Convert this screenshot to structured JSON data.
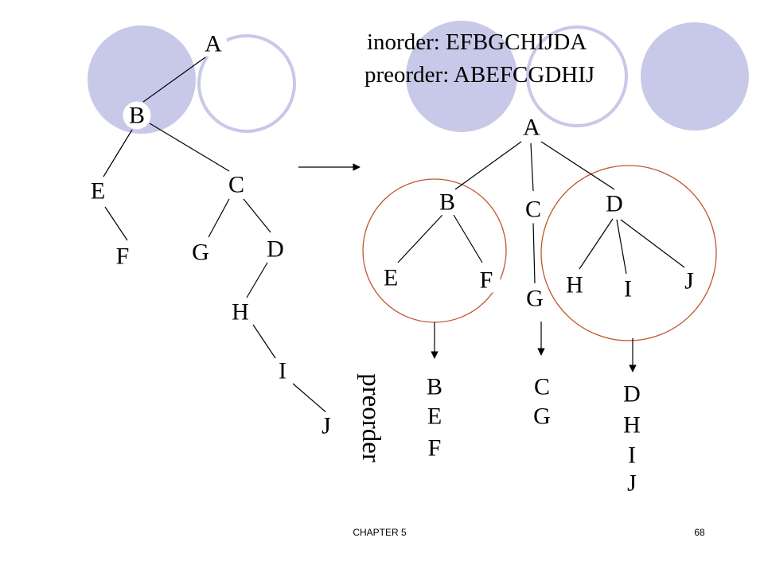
{
  "colors": {
    "deco_fill": "#c8c8e8",
    "deco_stroke": "#c8c8e8",
    "title_text": "#1f3f99",
    "group_circle": "#c0552e",
    "vertical_label": "#c0552e",
    "node_text": "#000000",
    "edge": "#000000"
  },
  "traversal": {
    "inorder": "inorder: EFBGCHIJDA",
    "preorder": "preorder: ABEFCGDHIJ"
  },
  "binary_tree": {
    "nodes": [
      "A",
      "B",
      "E",
      "F",
      "C",
      "G",
      "D",
      "H",
      "I",
      "J"
    ]
  },
  "forest": {
    "nodes": [
      "A",
      "B",
      "E",
      "F",
      "C",
      "G",
      "D",
      "H",
      "I",
      "J"
    ]
  },
  "subtree_sequences": [
    [
      "B",
      "E",
      "F"
    ],
    [
      "C",
      "G"
    ],
    [
      "D",
      "H",
      "I",
      "J"
    ]
  ],
  "vertical_label": "preorder",
  "footer": {
    "chapter": "CHAPTER 5",
    "page": "68"
  }
}
